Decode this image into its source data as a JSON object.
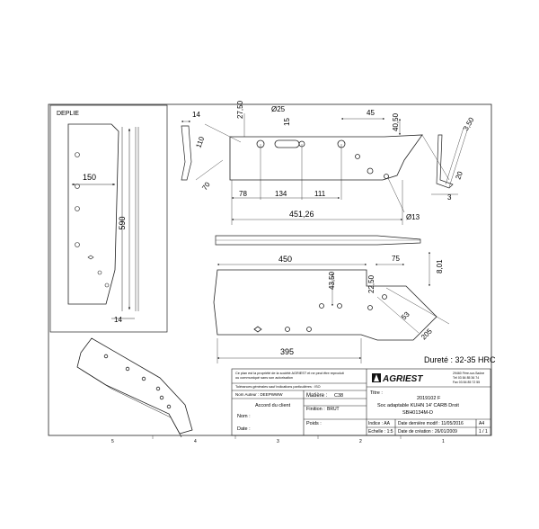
{
  "unfolded": {
    "title": "DEPLIE",
    "width": "150",
    "length": "590",
    "thickness": "14"
  },
  "dims": {
    "d14": "14",
    "d2750": "27,50",
    "d15": "15",
    "d25": "Ø25",
    "d45": "45",
    "d4050": "40,50",
    "d110": "110",
    "d70": "70",
    "d78": "78",
    "d134": "134",
    "d111": "111",
    "d45126": "451,26",
    "d13": "Ø13",
    "d350": "3,50",
    "d20": "20",
    "d3": "3",
    "d450": "450",
    "d4350": "43,50",
    "d2250": "22,50",
    "d75": "75",
    "d801": "8,01",
    "d53": "53",
    "d205": "205",
    "d395": "395"
  },
  "hardness": "Dureté : 32-35 HRC",
  "title_block": {
    "legal_note_1": "Ce plan est la propriété de la société AGRIEST et ne peut être reproduit",
    "legal_note_2": "ou communiqué sans son autorisation",
    "tolerance_note": "Tolérances générales sauf indications particulières : ISO",
    "author": "Nom Auteur : DEEPWWW",
    "client_approval": "Accord du client",
    "name_label": "Nom :",
    "date_label": "Date :",
    "material_label": "Matière :",
    "material_value": "C38",
    "finish_label": "Finition :",
    "finish_value": "BRUT",
    "weight_label": "Poids :",
    "brand": "AGRIEST",
    "address_1": "29460 Fère-sur-Saône",
    "address_2": "Tél 03 84 85 36 74",
    "address_3": "Fax 03 84 85 72 55",
    "title_label": "Titre :",
    "drawing_number": "2019102 F",
    "description_1": "Soc adaptable KUHN 14' CARB Droit",
    "description_2": "SBH0134M-D",
    "index": "Indice : AA",
    "last_modified": "Date dernière modif : 11/05/2016",
    "sheet_format": "A4",
    "scale": "Echelle : 1:5",
    "creation_date": "Date de création : 26/01/2009",
    "sheet_count": "1 / 1"
  },
  "border_numbers": [
    "5",
    "4",
    "3",
    "2",
    "1"
  ]
}
